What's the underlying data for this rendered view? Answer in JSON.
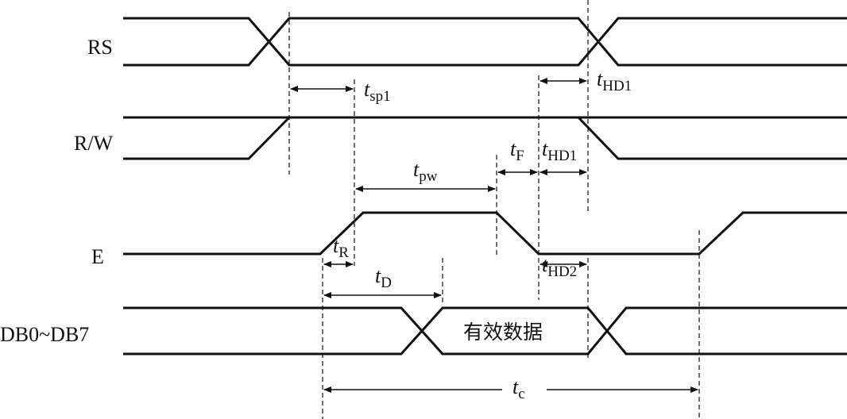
{
  "signals": {
    "rs": "RS",
    "rw": "R/W",
    "e": "E",
    "db": "DB0~DB7"
  },
  "data_label": "有效数据",
  "timings": {
    "tsp1": {
      "t": "t",
      "sub": "sp1"
    },
    "thd1_a": {
      "t": "t",
      "sub": "HD1"
    },
    "tf": {
      "t": "t",
      "sub": "F"
    },
    "thd1_b": {
      "t": "t",
      "sub": "HD1"
    },
    "tpw": {
      "t": "t",
      "sub": "pw"
    },
    "tr": {
      "t": "t",
      "sub": "R"
    },
    "thd2": {
      "t": "t",
      "sub": "HD2"
    },
    "td": {
      "t": "t",
      "sub": "D"
    },
    "tc": {
      "t": "t",
      "sub": "c"
    }
  }
}
